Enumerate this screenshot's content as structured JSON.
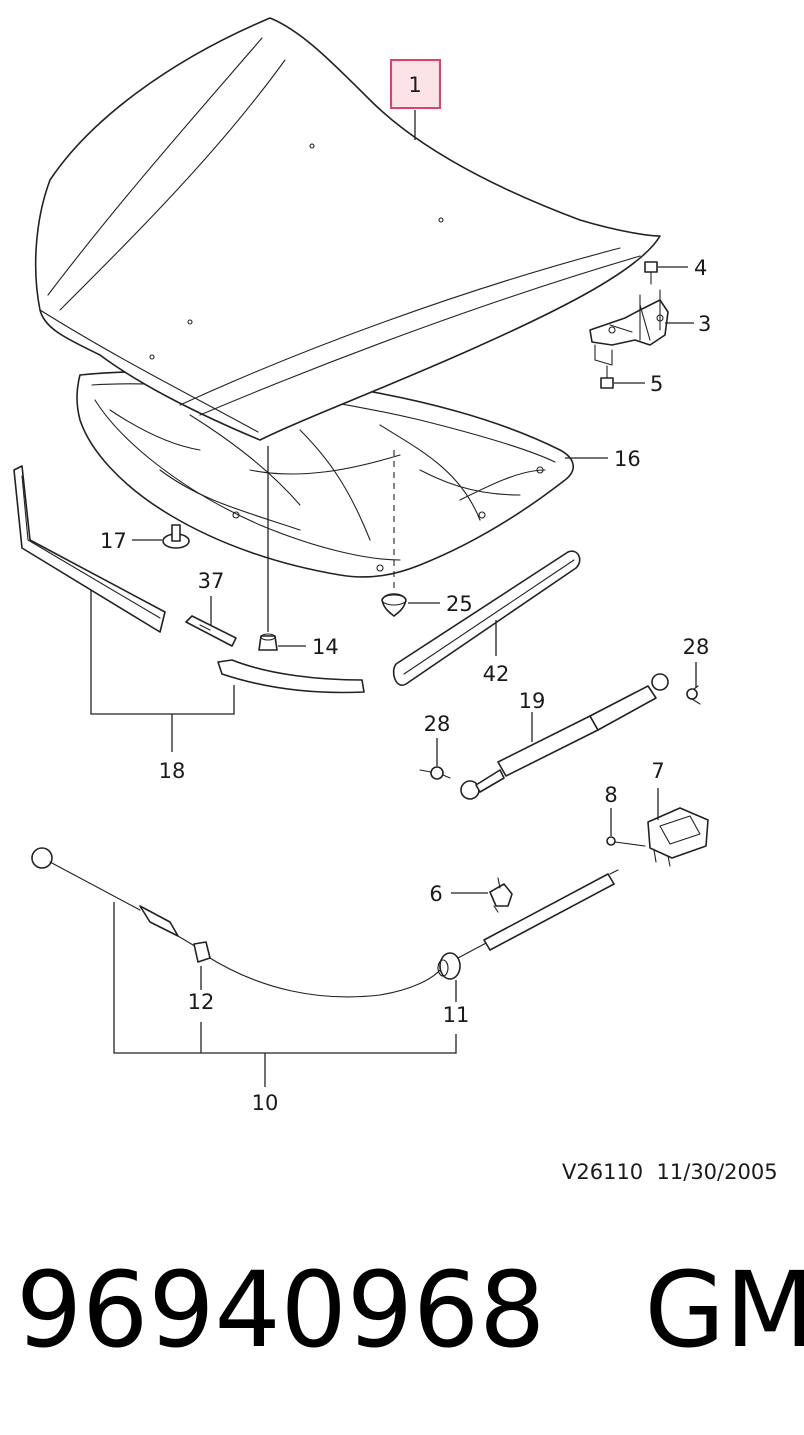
{
  "callouts": {
    "c1": "1",
    "c3": "3",
    "c4": "4",
    "c5": "5",
    "c6": "6",
    "c7": "7",
    "c8": "8",
    "c10": "10",
    "c11": "11",
    "c12": "12",
    "c14": "14",
    "c16": "16",
    "c17": "17",
    "c18": "18",
    "c19": "19",
    "c25": "25",
    "c28a": "28",
    "c28b": "28",
    "c37": "37",
    "c42": "42"
  },
  "highlight": {
    "callout": "1",
    "border_color": "#e0406a",
    "fill_color": "#fbe3e8"
  },
  "footer": {
    "diagram_id": "V26110  11/30/2005",
    "part_number": "96940968",
    "brand": "GM"
  }
}
